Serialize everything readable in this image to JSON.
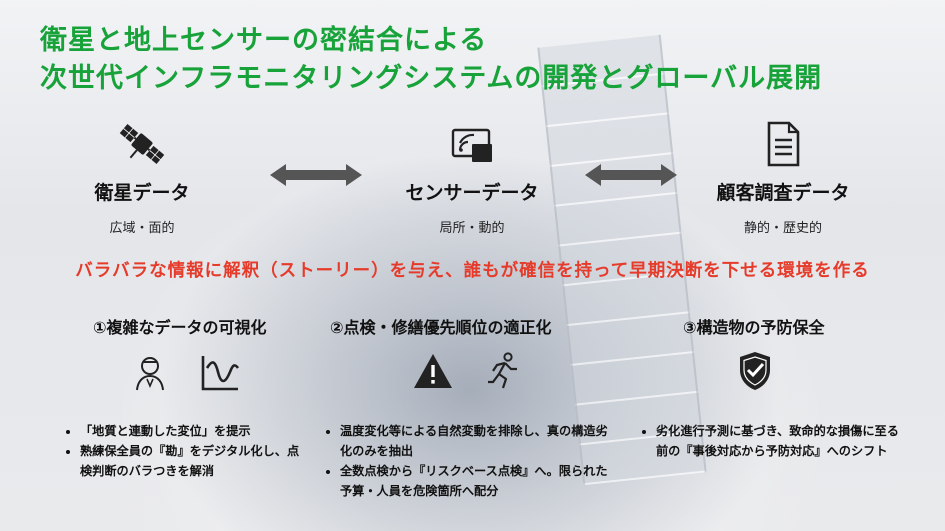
{
  "title": {
    "line1": "衛星と地上センサーの密結合による",
    "line2": "次世代インフラモニタリングシステムの開発とグローバル展開"
  },
  "columns": [
    {
      "icon": "satellite-icon",
      "name": "衛星データ",
      "sub": "広域・面的"
    },
    {
      "icon": "sensor-wireless-icon",
      "name": "センサーデータ",
      "sub": "局所・動的"
    },
    {
      "icon": "document-icon",
      "name": "顧客調査データ",
      "sub": "静的・歴史的"
    }
  ],
  "tagline": "バラバラな情報に解釈（ストーリー）を与え、誰もが確信を持って早期決断を下せる環境を作る",
  "sections": [
    {
      "title": "①複雑なデータの可視化",
      "icons": [
        "worker-person-icon",
        "wave-chart-icon"
      ],
      "bullets": [
        "「地質と連動した変位」を提示",
        "熟練保全員の『勘』をデジタル化し、点検判断のバラつきを解消"
      ]
    },
    {
      "title": "②点検・修繕優先順位の適正化",
      "icons": [
        "warning-icon",
        "running-person-icon"
      ],
      "bullets": [
        "温度変化等による自然変動を排除し、真の構造劣化のみを抽出",
        "全数点検から『リスクベース点検』へ。限られた予算・人員を危険箇所へ配分"
      ]
    },
    {
      "title": "③構造物の予防保全",
      "icons": [
        "shield-check-icon"
      ],
      "bullets": [
        "劣化進行予測に基づき、致命的な損傷に至る前の『事後対応から予防対応』へのシフト"
      ]
    }
  ],
  "colors": {
    "title": "#18a33a",
    "tagline": "#e63b2a",
    "arrow": "#555555"
  }
}
